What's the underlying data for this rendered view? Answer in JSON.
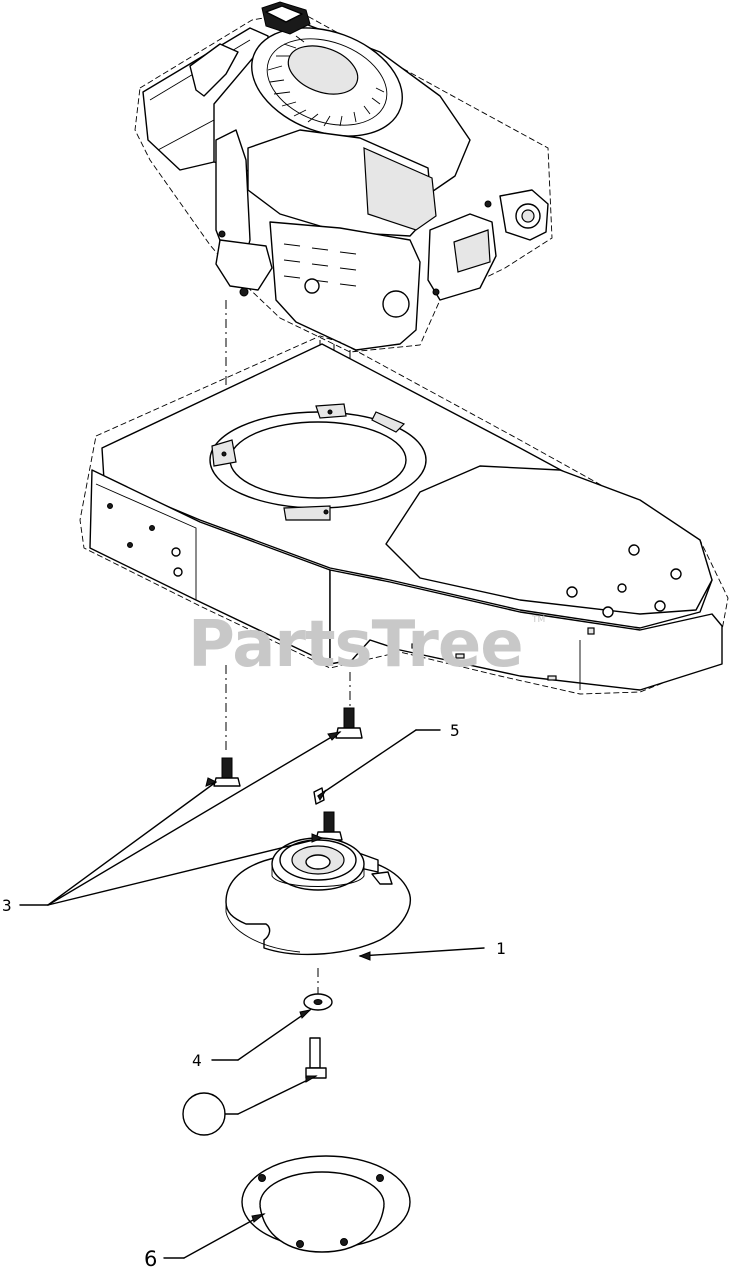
{
  "watermark": {
    "text": "PartsTree",
    "trademark": "TM"
  },
  "callouts": [
    {
      "id": "callout-1",
      "label": "1"
    },
    {
      "id": "callout-3",
      "label": "3"
    },
    {
      "id": "callout-4",
      "label": "4"
    },
    {
      "id": "callout-5",
      "label": "5"
    },
    {
      "id": "callout-6",
      "label": "6"
    }
  ]
}
